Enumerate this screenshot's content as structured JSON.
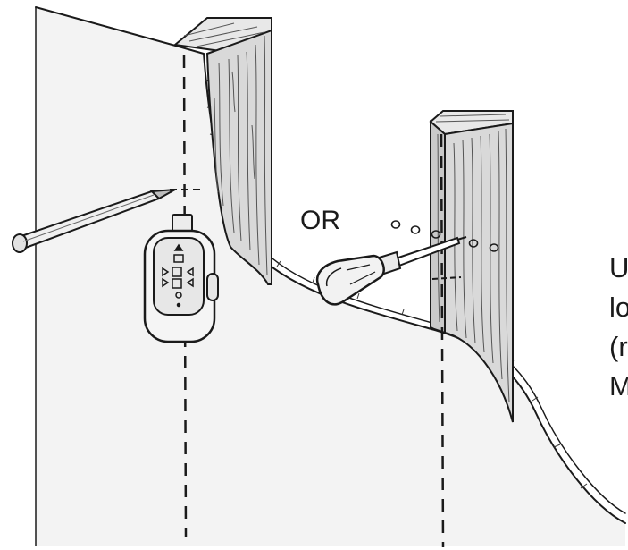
{
  "labels": {
    "or": "OR",
    "side_text_lines": [
      "U",
      "lo",
      "(r",
      "M"
    ]
  }
}
